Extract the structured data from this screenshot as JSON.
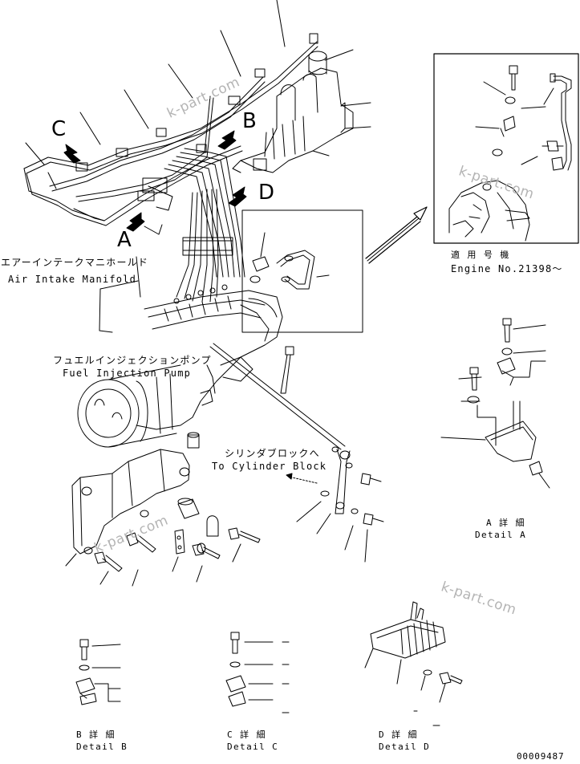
{
  "callouts": {
    "A": "A",
    "B": "B",
    "C": "C",
    "D": "D"
  },
  "labels": {
    "air_intake_jp": "エアーインテークマニホールド",
    "air_intake_en": "Air Intake Manifold",
    "fuel_pump_jp": "フュエルインジェクションポンプ",
    "fuel_pump_en": "Fuel Injection Pump",
    "cylinder_jp": "シリンダブロックへ",
    "cylinder_en": "To Cylinder Block",
    "applicable_jp": "適 用 号 機",
    "applicable_en": "Engine No.21398～"
  },
  "details": {
    "a_jp": "A 詳 細",
    "a_en": "Detail A",
    "b_jp": "B 詳 細",
    "b_en": "Detail B",
    "c_jp": "C 詳 細",
    "c_en": "Detail C",
    "d_jp": "D 詳 細",
    "d_en": "Detail D"
  },
  "watermark": "k-part.com",
  "drawing_number": "00009487"
}
